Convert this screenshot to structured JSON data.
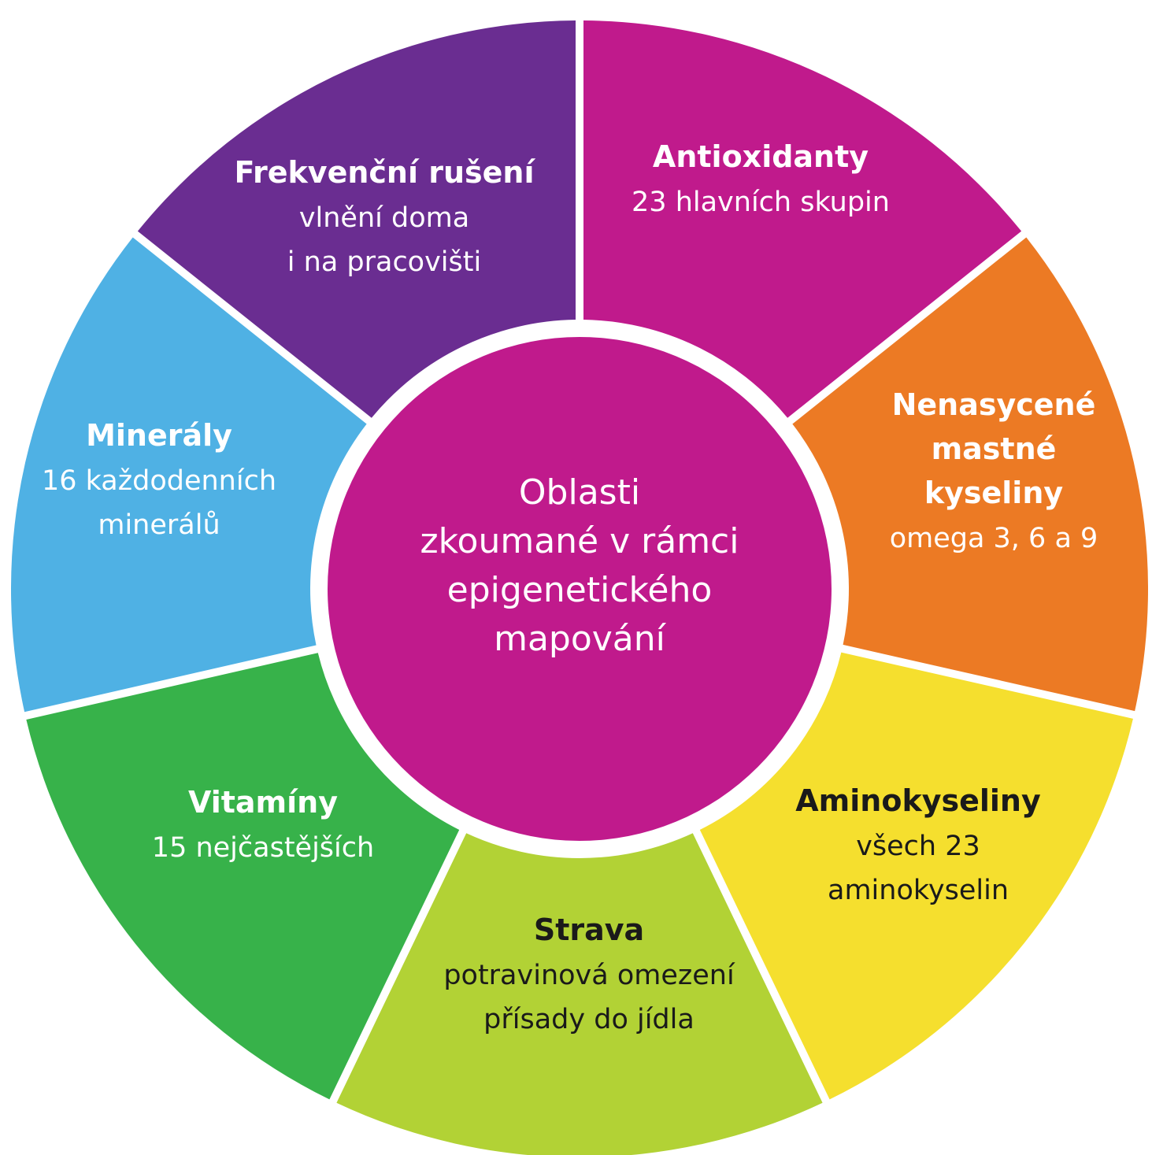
{
  "center": {
    "lines": [
      "Oblasti",
      "zkoumané v rámci",
      "epigenetického",
      "mapování"
    ],
    "color": "#C01A8C"
  },
  "segments": [
    {
      "id": "antioxidanty",
      "title": [
        "Antioxidanty"
      ],
      "subtitle": [
        "23 hlavních skupin"
      ],
      "color": "#C01A8C",
      "text_color": "#ffffff"
    },
    {
      "id": "nenasycene-mastne-kyseliny",
      "title": [
        "Nenasycené",
        "mastné",
        "kyseliny"
      ],
      "subtitle": [
        "omega 3, 6 a 9"
      ],
      "color": "#EC7A24",
      "text_color": "#ffffff"
    },
    {
      "id": "aminokyseliny",
      "title": [
        "Aminokyseliny"
      ],
      "subtitle": [
        "všech 23",
        "aminokyselin"
      ],
      "color": "#F5DF2E",
      "text_color": "#1a1a1a"
    },
    {
      "id": "strava",
      "title": [
        "Strava"
      ],
      "subtitle": [
        "potravinová omezení",
        "přísady do jídla"
      ],
      "color": "#B2D235",
      "text_color": "#1a1a1a"
    },
    {
      "id": "vitaminy",
      "title": [
        "Vitamíny"
      ],
      "subtitle": [
        "15 nejčastějších"
      ],
      "color": "#37B24A",
      "text_color": "#ffffff"
    },
    {
      "id": "mineraly",
      "title": [
        "Minerály"
      ],
      "subtitle": [
        "16 každodenních",
        "minerálů"
      ],
      "color": "#4FB1E4",
      "text_color": "#ffffff"
    },
    {
      "id": "frekvencni-ruseni",
      "title": [
        "Frekvenční rušení"
      ],
      "subtitle": [
        "vlnění doma",
        "i na pracovišti"
      ],
      "color": "#6A2D91",
      "text_color": "#ffffff"
    }
  ]
}
